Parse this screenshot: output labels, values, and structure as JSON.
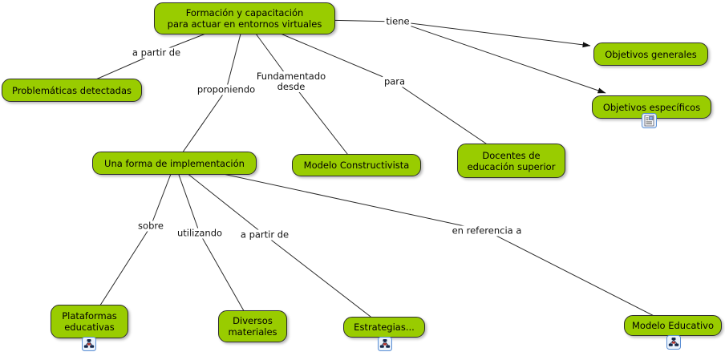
{
  "map": {
    "background_color": "#FFFFFF",
    "node_fill_color": "#99CC00",
    "node_border_color": "#2E2E2E",
    "line_color": "#2A2A2A",
    "icon_border_color": "#5B8FD4"
  },
  "concepts": [
    {
      "id": "formacion",
      "label": "Formación y capacitación\npara actuar en entornos virtuales"
    },
    {
      "id": "problematicas",
      "label": "Problemáticas detectadas"
    },
    {
      "id": "objetivos-generales",
      "label": "Objetivos generales"
    },
    {
      "id": "objetivos-especificos",
      "label": "Objetivos específicos",
      "icon": "resource-icon"
    },
    {
      "id": "una-forma-de-implementacion",
      "label": "Una forma de implementación"
    },
    {
      "id": "modelo-constructivista",
      "label": "Modelo Constructivista"
    },
    {
      "id": "docentes",
      "label": "Docentes de\neducación superior"
    },
    {
      "id": "plataformas",
      "label": "Plataformas\neducativas",
      "icon": "cmap-icon"
    },
    {
      "id": "materiales",
      "label": "Diversos\nmateriales"
    },
    {
      "id": "estrategias",
      "label": "Estrategias...",
      "icon": "cmap-icon"
    },
    {
      "id": "modelo-educativo",
      "label": "Modelo Educativo",
      "icon": "cmap-icon"
    }
  ],
  "linking_phrases": [
    {
      "id": "lp-a-partir-de-1",
      "text": "a partir de"
    },
    {
      "id": "lp-proponiendo",
      "text": "proponiendo"
    },
    {
      "id": "lp-fundamentado-desde",
      "text": "Fundamentado\ndesde"
    },
    {
      "id": "lp-para",
      "text": "para"
    },
    {
      "id": "lp-tiene",
      "text": "tiene"
    },
    {
      "id": "lp-sobre",
      "text": "sobre"
    },
    {
      "id": "lp-utilizando",
      "text": "utilizando"
    },
    {
      "id": "lp-a-partir-de-2",
      "text": "a partir de"
    },
    {
      "id": "lp-en-referencia-a",
      "text": "en referencia a"
    }
  ],
  "connections": [
    {
      "from": "formacion",
      "phrase": "a partir de",
      "to": "problematicas",
      "arrow": false
    },
    {
      "from": "formacion",
      "phrase": "proponiendo",
      "to": "una-forma-de-implementacion",
      "arrow": false
    },
    {
      "from": "formacion",
      "phrase": "Fundamentado desde",
      "to": "modelo-constructivista",
      "arrow": false
    },
    {
      "from": "formacion",
      "phrase": "para",
      "to": "docentes",
      "arrow": false
    },
    {
      "from": "formacion",
      "phrase": "tiene",
      "to": "objetivos-generales",
      "arrow": true
    },
    {
      "from": "formacion",
      "phrase": "tiene",
      "to": "objetivos-especificos",
      "arrow": true
    },
    {
      "from": "una-forma-de-implementacion",
      "phrase": "sobre",
      "to": "plataformas",
      "arrow": false
    },
    {
      "from": "una-forma-de-implementacion",
      "phrase": "utilizando",
      "to": "materiales",
      "arrow": false
    },
    {
      "from": "una-forma-de-implementacion",
      "phrase": "a partir de",
      "to": "estrategias",
      "arrow": false
    },
    {
      "from": "una-forma-de-implementacion",
      "phrase": "en referencia a",
      "to": "modelo-educativo",
      "arrow": false
    }
  ]
}
